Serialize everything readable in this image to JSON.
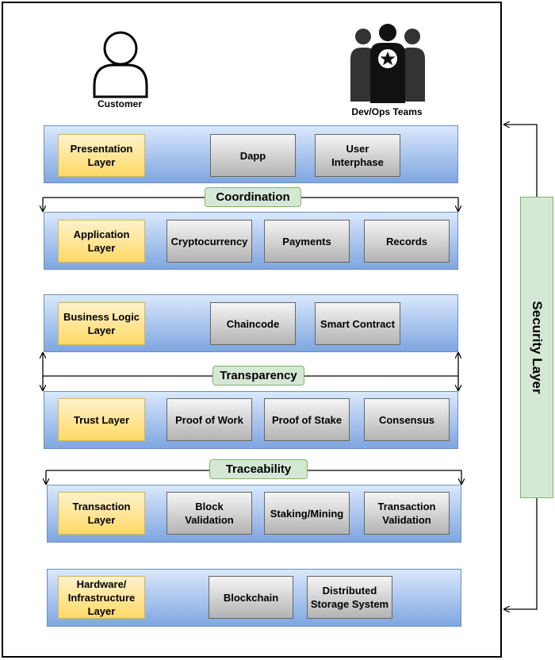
{
  "actors": {
    "customer_label": "Customer",
    "devops_label": "Dev/Ops Teams"
  },
  "connectors": {
    "coordination": "Coordination",
    "transparency": "Transparency",
    "traceability": "Traceability"
  },
  "security_layer": "Security Layer",
  "layers": [
    {
      "name": "Presentation\nLayer",
      "components": [
        "Dapp",
        "User\nInterphase"
      ]
    },
    {
      "name": "Application\nLayer",
      "components": [
        "Cryptocurrency",
        "Payments",
        "Records"
      ]
    },
    {
      "name": "Business Logic\nLayer",
      "components": [
        "Chaincode",
        "Smart Contract"
      ]
    },
    {
      "name": "Trust Layer",
      "components": [
        "Proof of Work",
        "Proof of Stake",
        "Consensus"
      ]
    },
    {
      "name": "Transaction\nLayer",
      "components": [
        "Block\nValidation",
        "Staking/Mining",
        "Transaction\nValidation"
      ]
    },
    {
      "name": "Hardware/\nInfrastructure\nLayer",
      "components": [
        "Blockchain",
        "Distributed\nStorage System"
      ]
    }
  ],
  "colors": {
    "band": "#dae8fc",
    "layer_box": "#fff2cc",
    "component": "#f5f5f5",
    "connector": "#d5e8d4"
  },
  "icons": [
    "user-outline-icon",
    "team-icon"
  ]
}
